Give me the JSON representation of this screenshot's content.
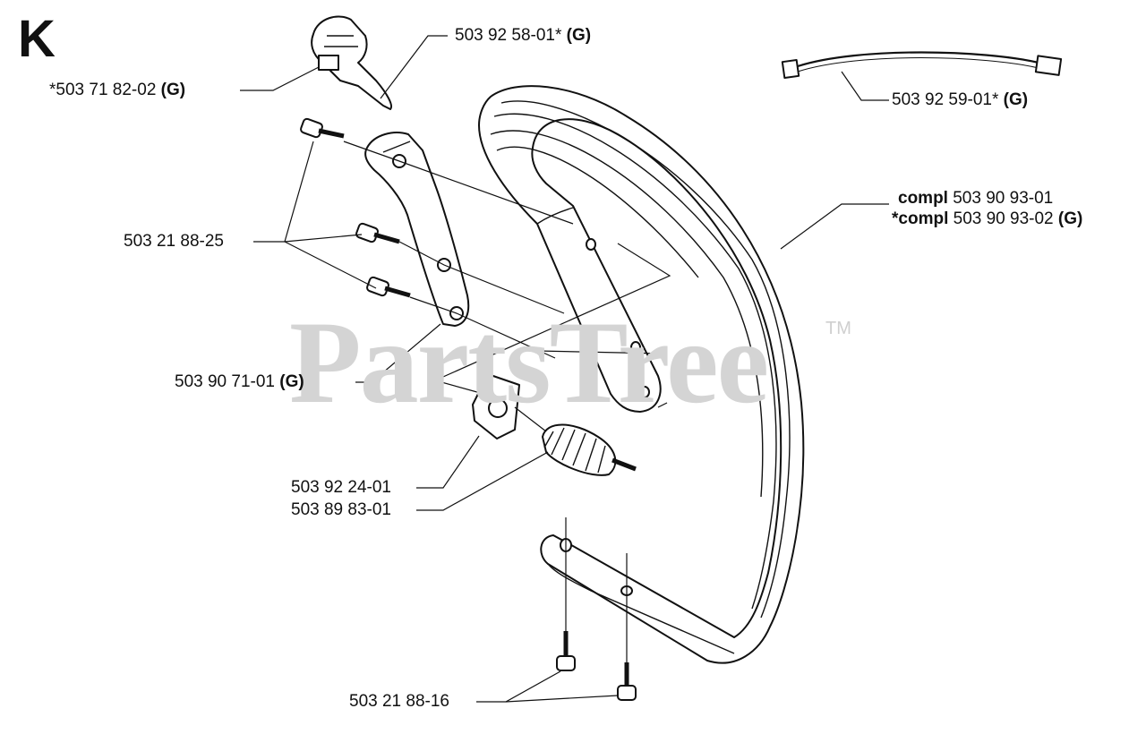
{
  "section_letter": "K",
  "watermark": {
    "text": "PartsTree",
    "tm": "TM"
  },
  "labels": {
    "trigger_assembly": {
      "pre": "*503 71 82-02 ",
      "bold": "(G)"
    },
    "handle_lever": {
      "pre": "503 92 58-01* ",
      "bold": "(G)"
    },
    "cable": {
      "pre": "503 92 59-01* ",
      "bold": "(G)"
    },
    "handle_compl_1": {
      "bold": "compl",
      "post": " 503 90 93-01"
    },
    "handle_compl_2": {
      "bold": "*compl",
      "post": " 503 90 93-02 ",
      "bold2": "(G)"
    },
    "screws_top": {
      "text": "503 21 88-25"
    },
    "bracket": {
      "pre": "503 90 71-01 ",
      "bold": "(G)"
    },
    "clip": {
      "text": "503 92 24-01"
    },
    "spring": {
      "text": "503 89 83-01"
    },
    "screws_bottom": {
      "text": "503 21 88-16"
    }
  }
}
